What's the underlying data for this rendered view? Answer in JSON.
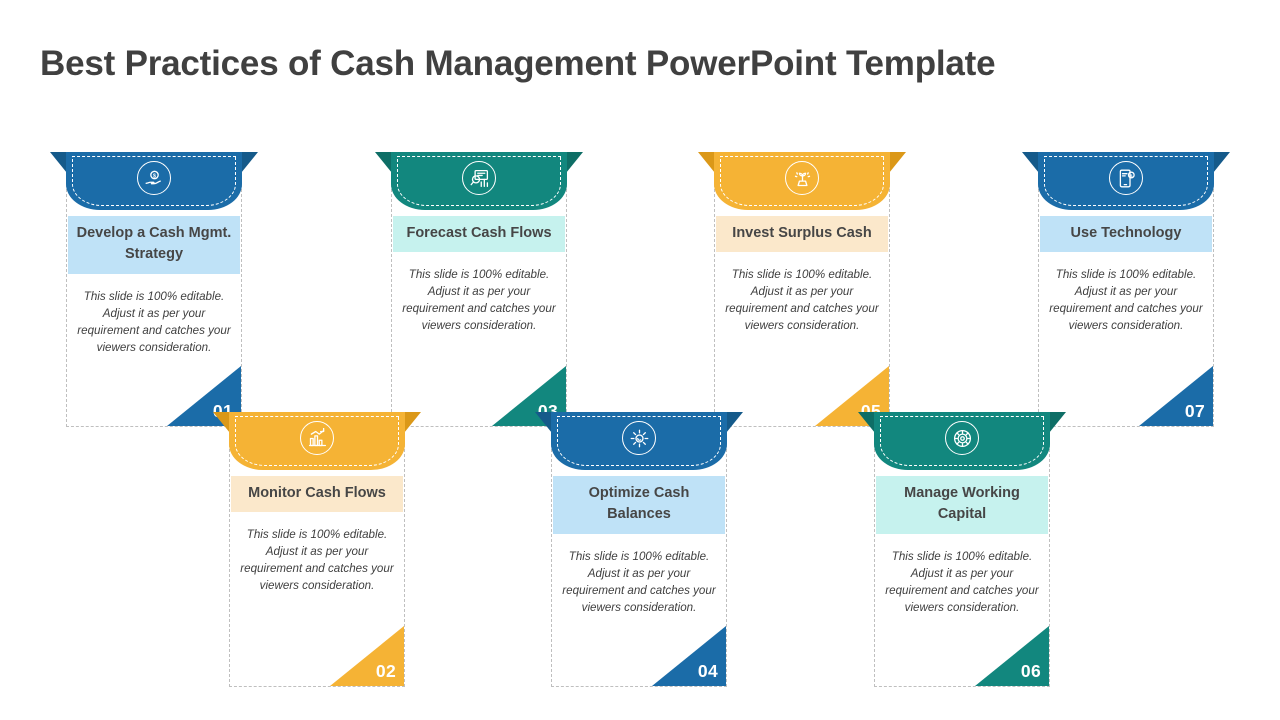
{
  "slide": {
    "title": "Best Practices of Cash Management PowerPoint Template"
  },
  "themes": {
    "blue": {
      "main": "#1B6CA8",
      "tail": "#155A8A",
      "band": "#BFE2F7",
      "corner": "#1B6CA8"
    },
    "teal": {
      "main": "#12877E",
      "tail": "#0E6E66",
      "band": "#C6F2EE",
      "corner": "#12877E"
    },
    "amber": {
      "main": "#F5B335",
      "tail": "#DB9818",
      "band": "#FBE8CB",
      "corner": "#F5B335"
    }
  },
  "body_text": "This slide is 100% editable. Adjust  it as per your requirement and catches your viewers consideration.",
  "cards": [
    {
      "number": "01",
      "title": "Develop a Cash Mgmt. Strategy",
      "desc": "This slide is 100% editable. Adjust  it as per your requirement and catches your viewers consideration.",
      "theme": "blue",
      "icon": "hand-holding-coin-icon"
    },
    {
      "number": "02",
      "title": "Monitor Cash Flows",
      "desc": "This slide is 100% editable. Adjust  it as per your requirement and catches your viewers consideration.",
      "theme": "amber",
      "icon": "bar-chart-growth-icon"
    },
    {
      "number": "03",
      "title": "Forecast Cash Flows",
      "desc": "This slide is 100% editable. Adjust  it as per your requirement and catches your viewers consideration.",
      "theme": "teal",
      "icon": "chart-magnifier-icon"
    },
    {
      "number": "04",
      "title": "Optimize Cash Balances",
      "desc": "This slide is 100% editable. Adjust  it as per your requirement and catches your viewers consideration.",
      "theme": "blue",
      "icon": "gear-arrow-icon"
    },
    {
      "number": "05",
      "title": "Invest Surplus Cash",
      "desc": "This slide is 100% editable. Adjust  it as per your requirement and catches your viewers consideration.",
      "theme": "amber",
      "icon": "money-plant-icon"
    },
    {
      "number": "06",
      "title": "Manage Working Capital",
      "desc": "This slide is 100% editable. Adjust  it as per your requirement and catches your viewers consideration.",
      "theme": "teal",
      "icon": "gear-cog-icon"
    },
    {
      "number": "07",
      "title": "Use Technology",
      "desc": "This slide is 100% editable. Adjust  it as per your requirement and catches your viewers consideration.",
      "theme": "blue",
      "icon": "mobile-payment-icon"
    }
  ]
}
